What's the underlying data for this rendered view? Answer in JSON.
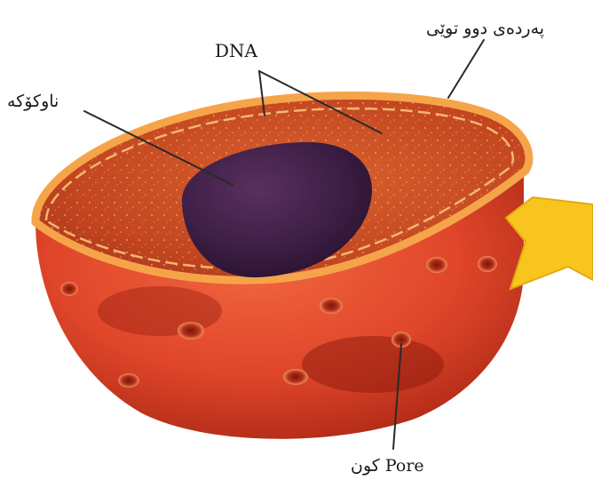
{
  "labels": {
    "dna": "DNA",
    "nucleolus": "ناوکۆکە",
    "membrane": "پەردەی دوو توێی",
    "pore": "کون Pore"
  },
  "colors": {
    "cell_outer": "#e0462a",
    "cell_dark": "#a52413",
    "interior": "#cc4e22",
    "rim": "#f6a44a",
    "nucleolus": "#3e1f46",
    "arrow": "#f7c51e"
  }
}
